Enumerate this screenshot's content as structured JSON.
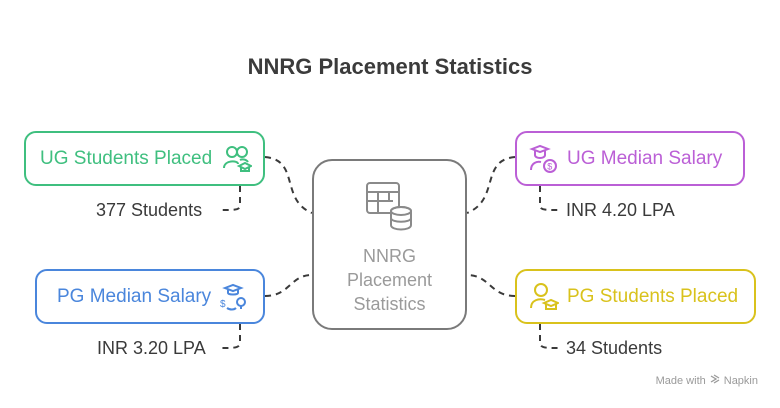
{
  "title": "NNRG Placement Statistics",
  "center": {
    "label_lines": [
      "NNRG",
      "Placement",
      "Statistics"
    ],
    "icon": "table-database-icon"
  },
  "nodes": [
    {
      "id": "ug-students-placed",
      "label": "UG Students Placed",
      "value": "377 Students",
      "color": "#3fbf7f",
      "icon": "users-graduate-icon"
    },
    {
      "id": "ug-median-salary",
      "label": "UG Median Salary",
      "value": "INR 4.20 LPA",
      "color": "#bb5fd6",
      "icon": "graduate-dollar-icon"
    },
    {
      "id": "pg-median-salary",
      "label": "PG Median Salary",
      "value": "INR 3.20 LPA",
      "color": "#4a86dc",
      "icon": "graduate-salary-cycle-icon"
    },
    {
      "id": "pg-students-placed",
      "label": "PG Students Placed",
      "value": "34 Students",
      "color": "#d9c21c",
      "icon": "user-graduate-icon"
    }
  ],
  "footer": {
    "made_with": "Made with",
    "brand": "Napkin"
  }
}
